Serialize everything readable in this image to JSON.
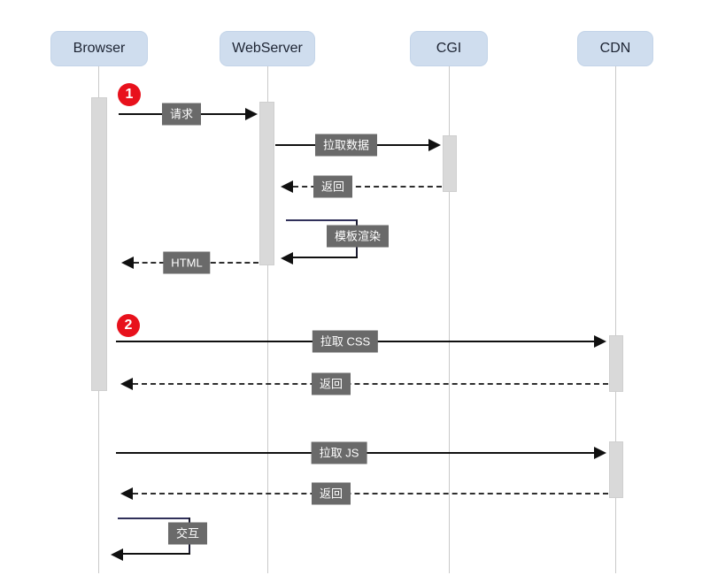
{
  "diagram": {
    "type": "sequence-diagram",
    "actors": [
      {
        "name": "Browser"
      },
      {
        "name": "WebServer"
      },
      {
        "name": "CGI"
      },
      {
        "name": "CDN"
      }
    ],
    "steps": [
      {
        "number": "1"
      },
      {
        "number": "2"
      }
    ],
    "messages": [
      {
        "label": "请求",
        "from": "Browser",
        "to": "WebServer",
        "style": "solid"
      },
      {
        "label": "拉取数据",
        "from": "WebServer",
        "to": "CGI",
        "style": "solid"
      },
      {
        "label": "返回",
        "from": "CGI",
        "to": "WebServer",
        "style": "dashed"
      },
      {
        "label": "模板渲染",
        "from": "WebServer",
        "to": "WebServer",
        "style": "self-loop"
      },
      {
        "label": "HTML",
        "from": "WebServer",
        "to": "Browser",
        "style": "dashed"
      },
      {
        "label": "拉取 CSS",
        "from": "Browser",
        "to": "CDN",
        "style": "solid"
      },
      {
        "label": "返回",
        "from": "CDN",
        "to": "Browser",
        "style": "dashed"
      },
      {
        "label": "拉取 JS",
        "from": "Browser",
        "to": "CDN",
        "style": "solid"
      },
      {
        "label": "返回",
        "from": "CDN",
        "to": "Browser",
        "style": "dashed"
      },
      {
        "label": "交互",
        "from": "Browser",
        "to": "Browser",
        "style": "self-loop"
      }
    ],
    "colors": {
      "actor_fill": "#cfddee",
      "label_bg": "#6a6a6a",
      "label_text": "#ffffff",
      "step_badge": "#e8111c",
      "lifeline": "#c9c9c9",
      "activation_fill": "#d9d9d9",
      "arrow": "#101010",
      "self_loop_top": "#30305a"
    }
  }
}
